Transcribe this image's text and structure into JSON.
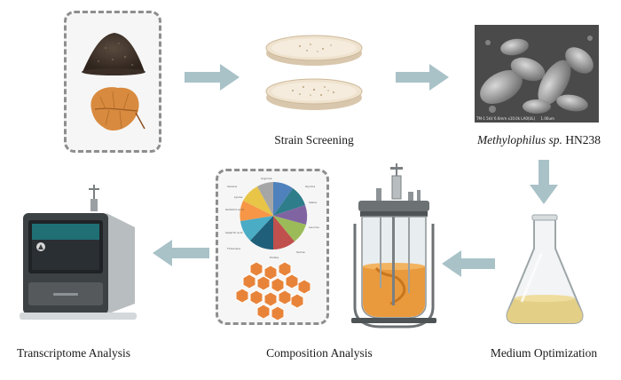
{
  "steps": {
    "strain_screening": "Strain Screening",
    "strain_name_italic": "Methylophilus sp.",
    "strain_name_code": " HN238",
    "medium_optimization": "Medium Optimization",
    "composition_analysis": "Composition Analysis",
    "transcriptome_analysis": "Transcriptome Analysis"
  },
  "sem_caption": "TM-1 5kV 6.6mm x10.0k LA0(UL)     1.00um",
  "colors": {
    "arrow": "#a9c2c8",
    "dashed_border": "#8e8e8e",
    "hexagon": "#e8843a",
    "culture": "#e99a3c"
  },
  "pie_labels": [
    "Alanine",
    "Glycine",
    "Valine",
    "Leucine",
    "Serine",
    "Proline",
    "Threonine",
    "Aspartic acid",
    "Glutamic acid",
    "Lysine",
    "Arginine"
  ]
}
